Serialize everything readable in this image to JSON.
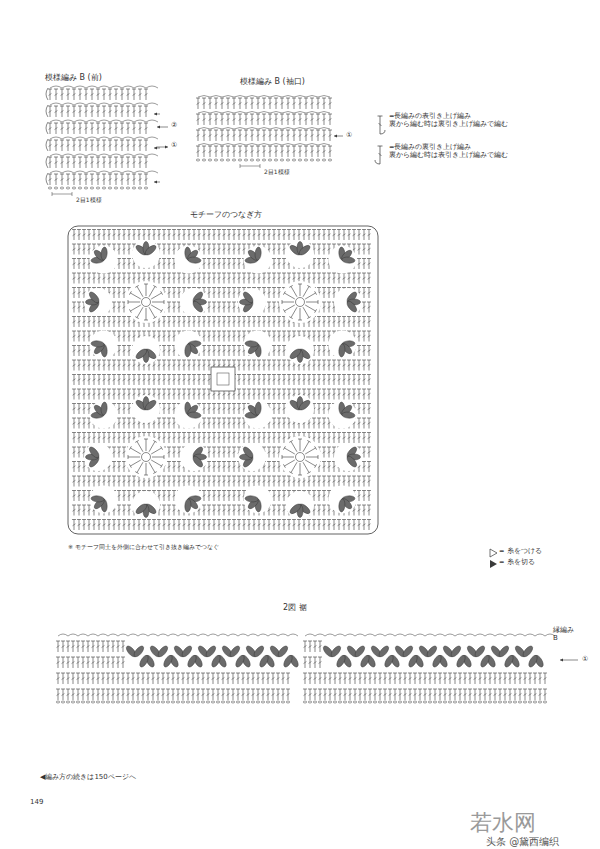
{
  "diagram": {
    "labels": [
      "模様編み B (前)",
      "②",
      "①",
      "2目1模様",
      "模様編み B (袖口)",
      "①",
      "2目1模様",
      "モチーフのつなぎ方",
      "※ モチーフ同士を外側に合わせて引き抜き編みでつなぐ",
      "2図 裾",
      "縁編み B",
      "①",
      "◀編み方の続きは150ページへ",
      "149",
      "若水网",
      "头条 @黛西编织"
    ],
    "legend": [
      {
        "text": "=長編みの表引き上げ編み 裏から編む時は裏引き上げ編みで編む"
      },
      {
        "text": "=長編みの裏引き上げ編み 裏から編む時は表引き上げ編みで編む"
      },
      {
        "text": "= 糸をつける"
      },
      {
        "text": "= 糸を切る"
      }
    ]
  }
}
